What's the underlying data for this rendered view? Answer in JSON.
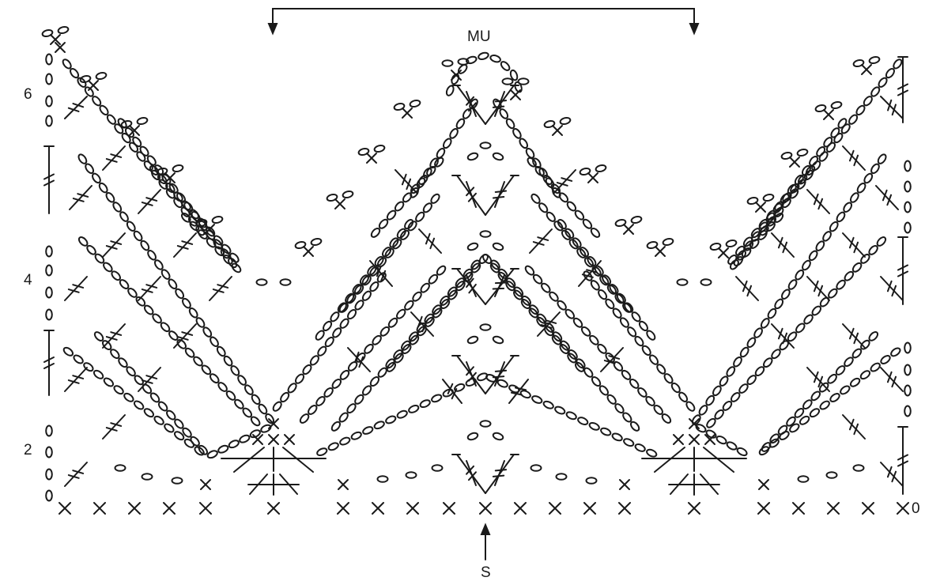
{
  "diagram": {
    "repeat_label": "MU",
    "start_label": "S",
    "row_numbers": [
      "2",
      "4",
      "6"
    ],
    "end_row_label": "0",
    "ink_color": "#1a1a1a",
    "symbols": {
      "x": "single-crochet",
      "oval": "chain-stitch",
      "slash2": "treble-crochet",
      "bar": "half-treble-base"
    }
  }
}
